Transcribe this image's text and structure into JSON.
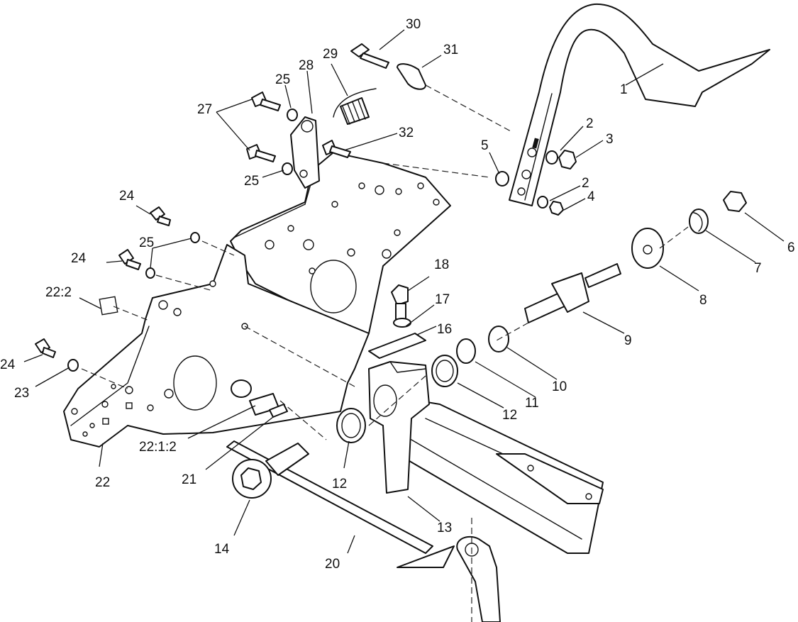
{
  "callouts": {
    "c1": "1",
    "c2a": "2",
    "c2b": "2",
    "c3": "3",
    "c4": "4",
    "c5": "5",
    "c6": "6",
    "c7": "7",
    "c8": "8",
    "c9": "9",
    "c10": "10",
    "c11": "11",
    "c12a": "12",
    "c12b": "12",
    "c13": "13",
    "c14": "14",
    "c16": "16",
    "c17": "17",
    "c18": "18",
    "c20": "20",
    "c21": "21",
    "c22": "22",
    "c22_1_2": "22:1:2",
    "c22_2": "22:2",
    "c23": "23",
    "c24a": "24",
    "c24b": "24",
    "c24c": "24",
    "c25a": "25",
    "c25b": "25",
    "c25c": "25",
    "c27": "27",
    "c28": "28",
    "c29": "29",
    "c30": "30",
    "c31": "31",
    "c32": "32"
  }
}
